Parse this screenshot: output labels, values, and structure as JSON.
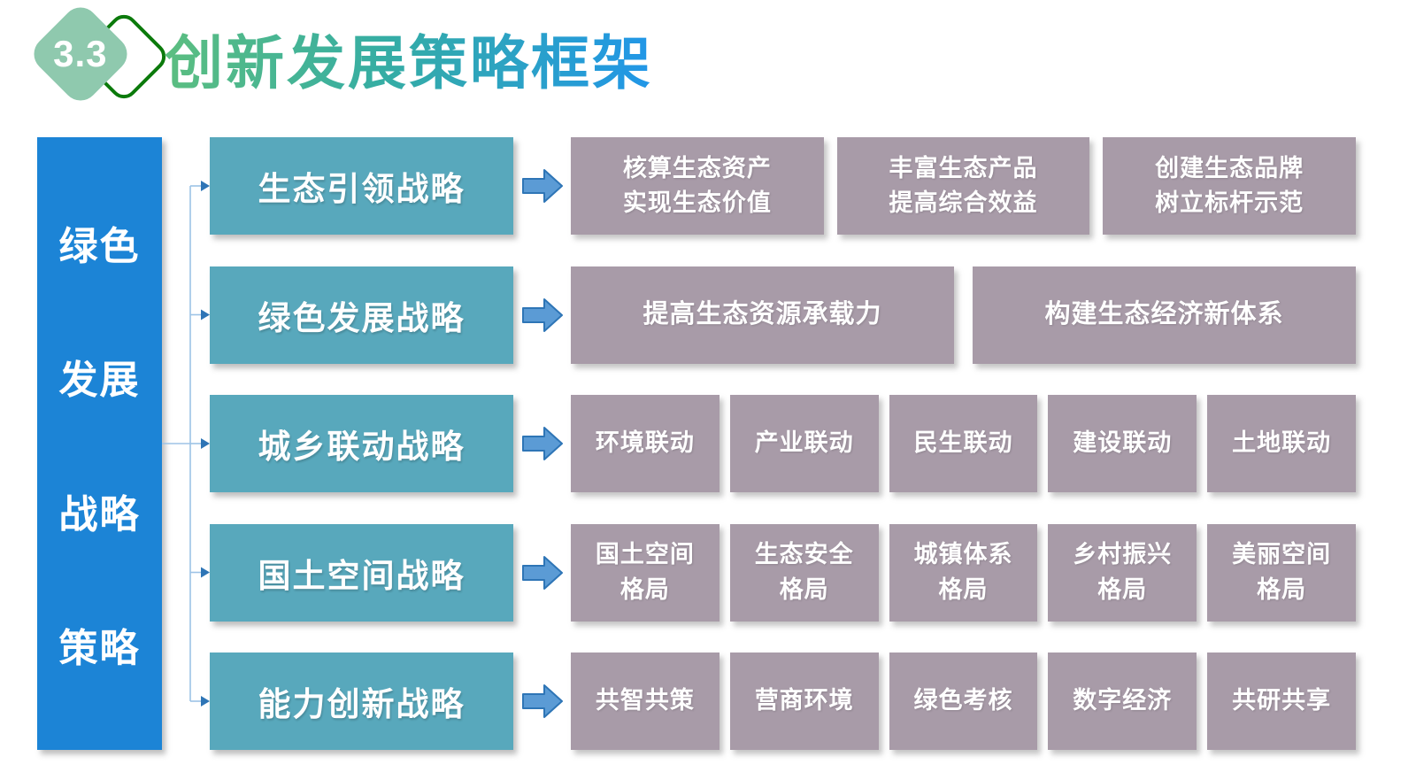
{
  "header": {
    "badge_number": "3.3",
    "title": "创新发展策略框架"
  },
  "sidebar": {
    "lines": [
      "绿色",
      "发展",
      "战略",
      "策略"
    ]
  },
  "rows": [
    {
      "strategy": "生态引领战略",
      "items": [
        "核算生态资产\n实现生态价值",
        "丰富生态产品\n提高综合效益",
        "创建生态品牌\n树立标杆示范"
      ]
    },
    {
      "strategy": "绿色发展战略",
      "items": [
        "提高生态资源承载力",
        "构建生态经济新体系"
      ]
    },
    {
      "strategy": "城乡联动战略",
      "items": [
        "环境联动",
        "产业联动",
        "民生联动",
        "建设联动",
        "土地联动"
      ]
    },
    {
      "strategy": "国土空间战略",
      "items": [
        "国土空间\n格局",
        "生态安全\n格局",
        "城镇体系\n格局",
        "乡村振兴\n格局",
        "美丽空间\n格局"
      ]
    },
    {
      "strategy": "能力创新战略",
      "items": [
        "共智共策",
        "营商环境",
        "绿色考核",
        "数字经济",
        "共研共享"
      ]
    }
  ],
  "icons": {
    "flow_arrow": "block-right-arrow-icon",
    "connector": "tree-branch-connector"
  },
  "colors": {
    "sidebar_blue": "#1c84d6",
    "strategy_teal": "#58a8bc",
    "item_gray_purple": "#a89ba8",
    "block_arrow_fill": "#5b9bd5",
    "block_arrow_stroke": "#2e75b6",
    "connector_line": "#9dc3e6",
    "connector_arrowhead": "#2e75b6",
    "title_gradient_start": "#5cbe80",
    "title_gradient_mid": "#35ada4",
    "title_gradient_end": "#2196e8",
    "badge_fill_green": "#8fc9ae",
    "badge_outline_green": "#0b7a0b"
  }
}
